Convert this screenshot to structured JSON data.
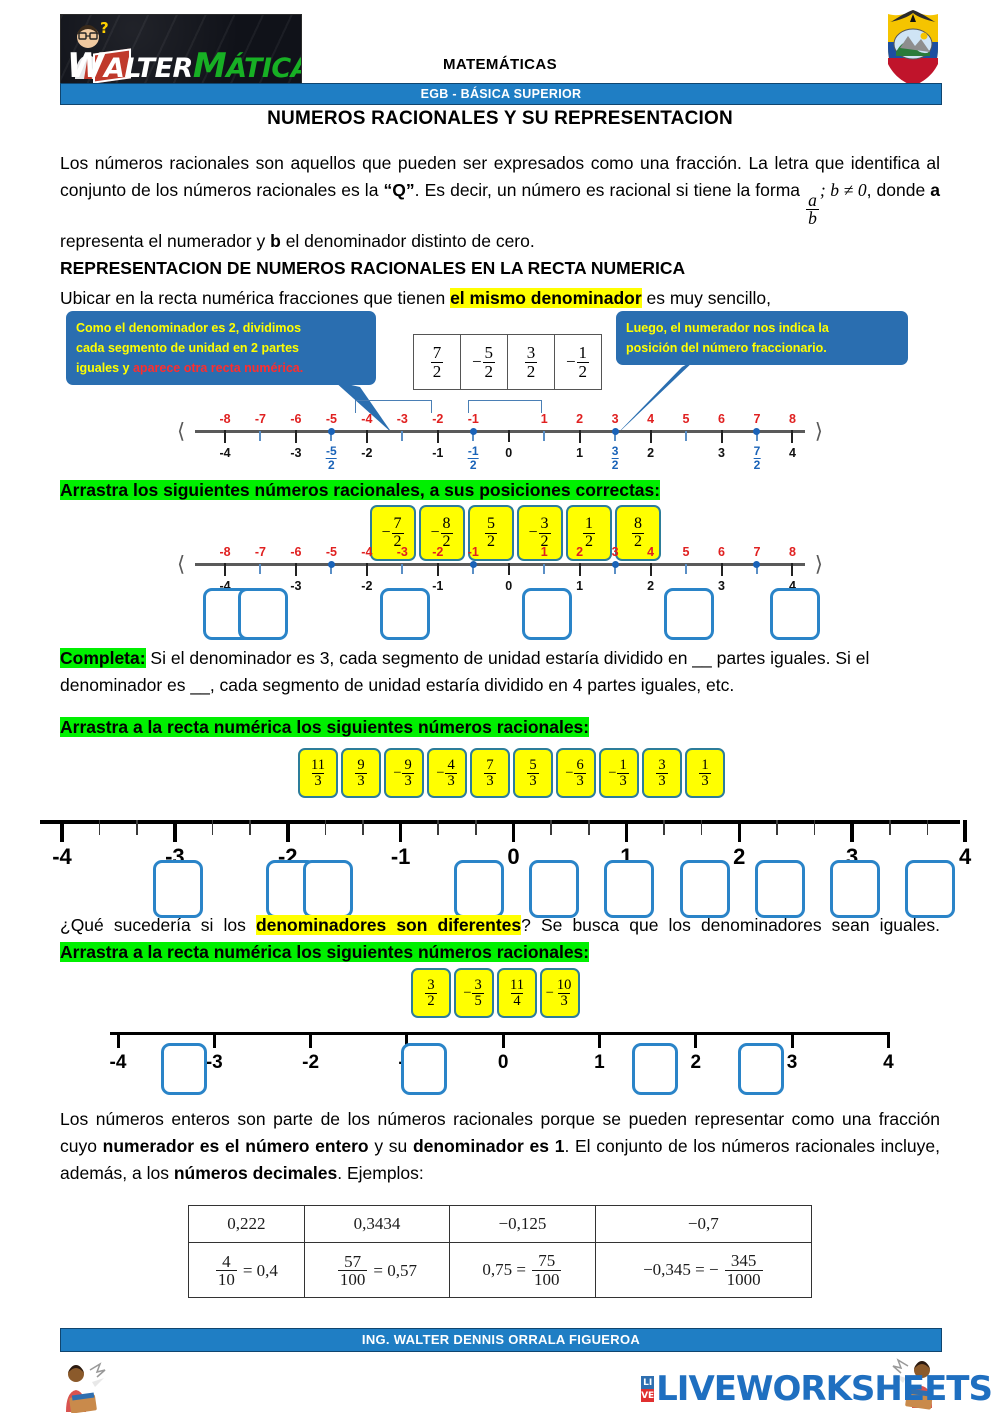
{
  "header": {
    "logo_word_parts": [
      "W",
      "ALTER",
      "M",
      "ÁTICAS"
    ],
    "subject": "MATEMÁTICAS",
    "band": "EGB - BÁSICA SUPERIOR",
    "title": "NUMEROS RACIONALES Y SU REPRESENTACION"
  },
  "intro": {
    "p1_a": "Los números racionales son aquellos que pueden ser expresados como una fracción. La letra que identifica al conjunto de los números racionales es la ",
    "p1_q": "“Q”",
    "p1_b": ". Es decir, un número es racional si tiene la forma ",
    "frac_a": "a",
    "frac_b": "b",
    "p1_cond": "; b ≠ 0",
    "p1_c": ", donde ",
    "p1_var_a": "a",
    "p1_d": " representa el numerador y ",
    "p1_var_b": "b",
    "p1_e": " el denominador distinto de cero."
  },
  "section1": {
    "title": "REPRESENTACION DE NUMEROS RACIONALES EN LA RECTA NUMERICA",
    "line_a": "Ubicar en la recta numérica fracciones que tienen ",
    "line_hl": "el mismo denominador",
    "line_b": " es muy sencillo,"
  },
  "callouts": {
    "left": {
      "l1": "Como el denominador es 2, dividimos",
      "l2": "cada segmento de unidad en 2 partes",
      "l3_a": "iguales y ",
      "l3_red": "aparece otra recta numérica."
    },
    "right": {
      "l1": "Luego, el numerador nos indica la",
      "l2": "posición del número fraccionario."
    }
  },
  "halves_table": [
    {
      "sign": "",
      "n": "7",
      "d": "2"
    },
    {
      "sign": "−",
      "n": "5",
      "d": "2"
    },
    {
      "sign": "",
      "n": "3",
      "d": "2"
    },
    {
      "sign": "−",
      "n": "1",
      "d": "2"
    }
  ],
  "numberline1": {
    "top_labels": [
      "-8",
      "-7",
      "-6",
      "-5",
      "-4",
      "-3",
      "-2",
      "-1",
      "1",
      "2",
      "3",
      "4",
      "5",
      "6",
      "7",
      "8"
    ],
    "int_labels": [
      "-4",
      "-3",
      "-2",
      "-1",
      "0",
      "1",
      "2",
      "3",
      "4"
    ],
    "frac_labels": [
      {
        "sign": "-",
        "n": "5",
        "d": "2"
      },
      {
        "sign": "-",
        "n": "1",
        "d": "2"
      },
      {
        "sign": "",
        "n": "3",
        "d": "2"
      },
      {
        "sign": "",
        "n": "7",
        "d": "2"
      }
    ]
  },
  "task1": {
    "instruction": "Arrastra los siguientes números racionales, a sus posiciones correctas:",
    "cards": [
      {
        "sign": "−",
        "n": "7",
        "d": "2"
      },
      {
        "sign": "−",
        "n": "8",
        "d": "2"
      },
      {
        "sign": "",
        "n": "5",
        "d": "2"
      },
      {
        "sign": "−",
        "n": "3",
        "d": "2"
      },
      {
        "sign": "",
        "n": "1",
        "d": "2"
      },
      {
        "sign": "",
        "n": "8",
        "d": "2"
      }
    ],
    "dropbox_count": 6
  },
  "completa": {
    "label": "Completa:",
    "t1": " Si el denominador es 3, cada segmento de unidad estaría dividido en __ partes iguales. Si el denominador es __, cada segmento de unidad estaría dividido en 4 partes iguales, etc."
  },
  "task2": {
    "instruction": "Arrastra a la recta numérica los siguientes números racionales:",
    "cards": [
      {
        "sign": "",
        "n": "11",
        "d": "3"
      },
      {
        "sign": "",
        "n": "9",
        "d": "3"
      },
      {
        "sign": "−",
        "n": "9",
        "d": "3"
      },
      {
        "sign": "−",
        "n": "4",
        "d": "3"
      },
      {
        "sign": "",
        "n": "7",
        "d": "3"
      },
      {
        "sign": "",
        "n": "5",
        "d": "3"
      },
      {
        "sign": "−",
        "n": "6",
        "d": "3"
      },
      {
        "sign": "−",
        "n": "1",
        "d": "3"
      },
      {
        "sign": "",
        "n": "3",
        "d": "3"
      },
      {
        "sign": "",
        "n": "1",
        "d": "3"
      }
    ],
    "ruler_labels": [
      "-4",
      "-3",
      "-2",
      "-1",
      "0",
      "1",
      "2",
      "3",
      "4"
    ],
    "ticks_per_unit": 3,
    "dropbox_count": 10
  },
  "task3": {
    "q_a": "¿Qué sucedería si los ",
    "q_hl": "denominadores son diferentes",
    "q_b": "? Se busca que los denominadores sean iguales. ",
    "instruction": "Arrastra a la recta numérica los siguientes números racionales:",
    "cards": [
      {
        "sign": "",
        "n": "3",
        "d": "2"
      },
      {
        "sign": "−",
        "n": "3",
        "d": "5"
      },
      {
        "sign": "",
        "n": "11",
        "d": "4"
      },
      {
        "sign": "−",
        "n": "10",
        "d": "3"
      }
    ],
    "line_labels": [
      "-4",
      "-3",
      "-2",
      "-1",
      "0",
      "1",
      "2",
      "3",
      "4"
    ],
    "dropbox_count": 4
  },
  "closing": {
    "a": "Los números enteros son parte de los números racionales porque se pueden representar como una fracción cuyo ",
    "b1": "numerador es el número entero",
    "c": " y su ",
    "b2": "denominador es 1",
    "d": ". El conjunto de los números racionales incluye, además, a los ",
    "b3": "números decimales",
    "e": ". Ejemplos:"
  },
  "decimals_table": {
    "row1": [
      "0,222",
      "0,3434",
      "−0,125",
      "−0,7"
    ],
    "row2": [
      {
        "lead": "",
        "frac": {
          "n": "4",
          "d": "10"
        },
        "tail": "= 0,4",
        "order": "frac-first"
      },
      {
        "lead": "",
        "frac": {
          "n": "57",
          "d": "100"
        },
        "tail": "= 0,57",
        "order": "frac-first"
      },
      {
        "lead": "0,75 =",
        "frac": {
          "n": "75",
          "d": "100"
        },
        "tail": "",
        "order": "lead-first"
      },
      {
        "lead": "−0,345 = −",
        "frac": {
          "n": "345",
          "d": "1000"
        },
        "tail": "",
        "order": "lead-first"
      }
    ]
  },
  "footer": {
    "author": "ING. WALTER DENNIS ORRALA FIGUEROA",
    "brand_tiles": [
      "LI",
      "VE"
    ],
    "brand": "LIVEWORKSHEETS"
  },
  "colors": {
    "band_blue": "#1f7ec4",
    "callout_blue": "#2a6eb0",
    "card_yellow": "#ffff00",
    "card_border": "#2d7d9a",
    "dropbox_blue": "#2a84c8",
    "highlight_green": "#00f000",
    "highlight_yellow": "#ffff00",
    "red_label": "#e02020",
    "blue_label": "#1a63b8"
  }
}
